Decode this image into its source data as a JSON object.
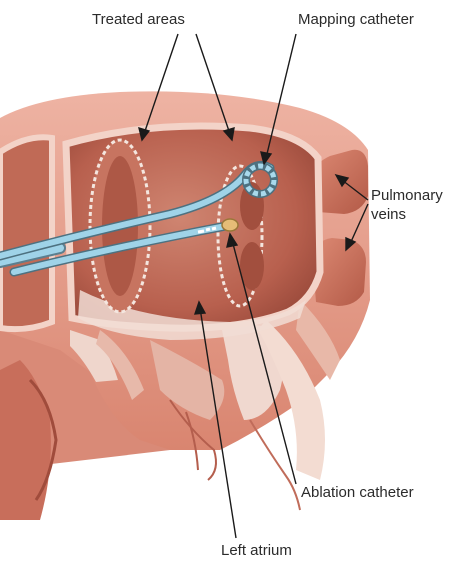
{
  "labels": {
    "treated_areas": "Treated areas",
    "mapping_catheter": "Mapping catheter",
    "pulmonary_veins_line1": "Pulmonary",
    "pulmonary_veins_line2": "veins",
    "ablation_catheter": "Ablation catheter",
    "left_atrium": "Left atrium"
  },
  "colors": {
    "tissue_outer": "#e9a593",
    "tissue_mid": "#d47d68",
    "chamber_wall": "#b65d4c",
    "chamber_inner": "#c77460",
    "catheter": "#8ecbe3",
    "catheter_tip": "#e7bf78",
    "ablation_ring": "#f6e9e2",
    "leader_line": "#1a1a1a"
  }
}
